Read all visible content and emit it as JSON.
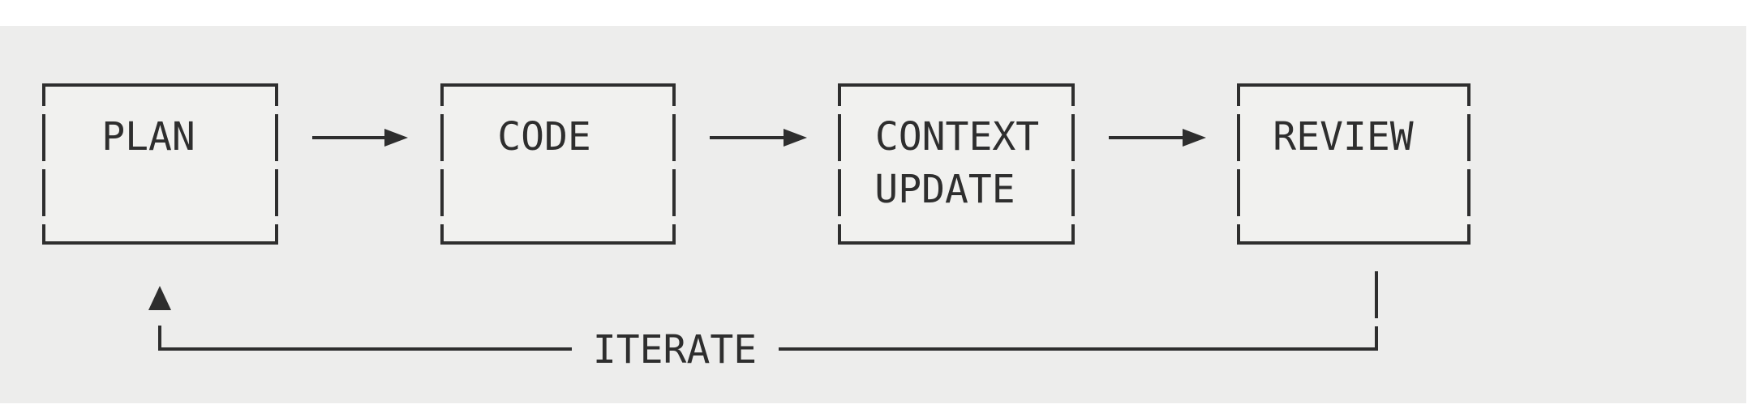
{
  "diagram": {
    "type": "flowchart",
    "nodes": [
      {
        "id": "plan",
        "label": "PLAN"
      },
      {
        "id": "code",
        "label": "CODE"
      },
      {
        "id": "context-update",
        "lines": [
          "CONTEXT",
          "UPDATE"
        ]
      },
      {
        "id": "review",
        "label": "REVIEW"
      }
    ],
    "edges": [
      {
        "from": "plan",
        "to": "code"
      },
      {
        "from": "code",
        "to": "context-update"
      },
      {
        "from": "context-update",
        "to": "review"
      },
      {
        "from": "review",
        "to": "plan",
        "label": "ITERATE"
      }
    ],
    "loop_label": "ITERATE",
    "colors": {
      "page": "#ffffff",
      "panel": "#ededec",
      "box_fill": "#f1f1ef",
      "ink": "#2e2e2e"
    }
  }
}
